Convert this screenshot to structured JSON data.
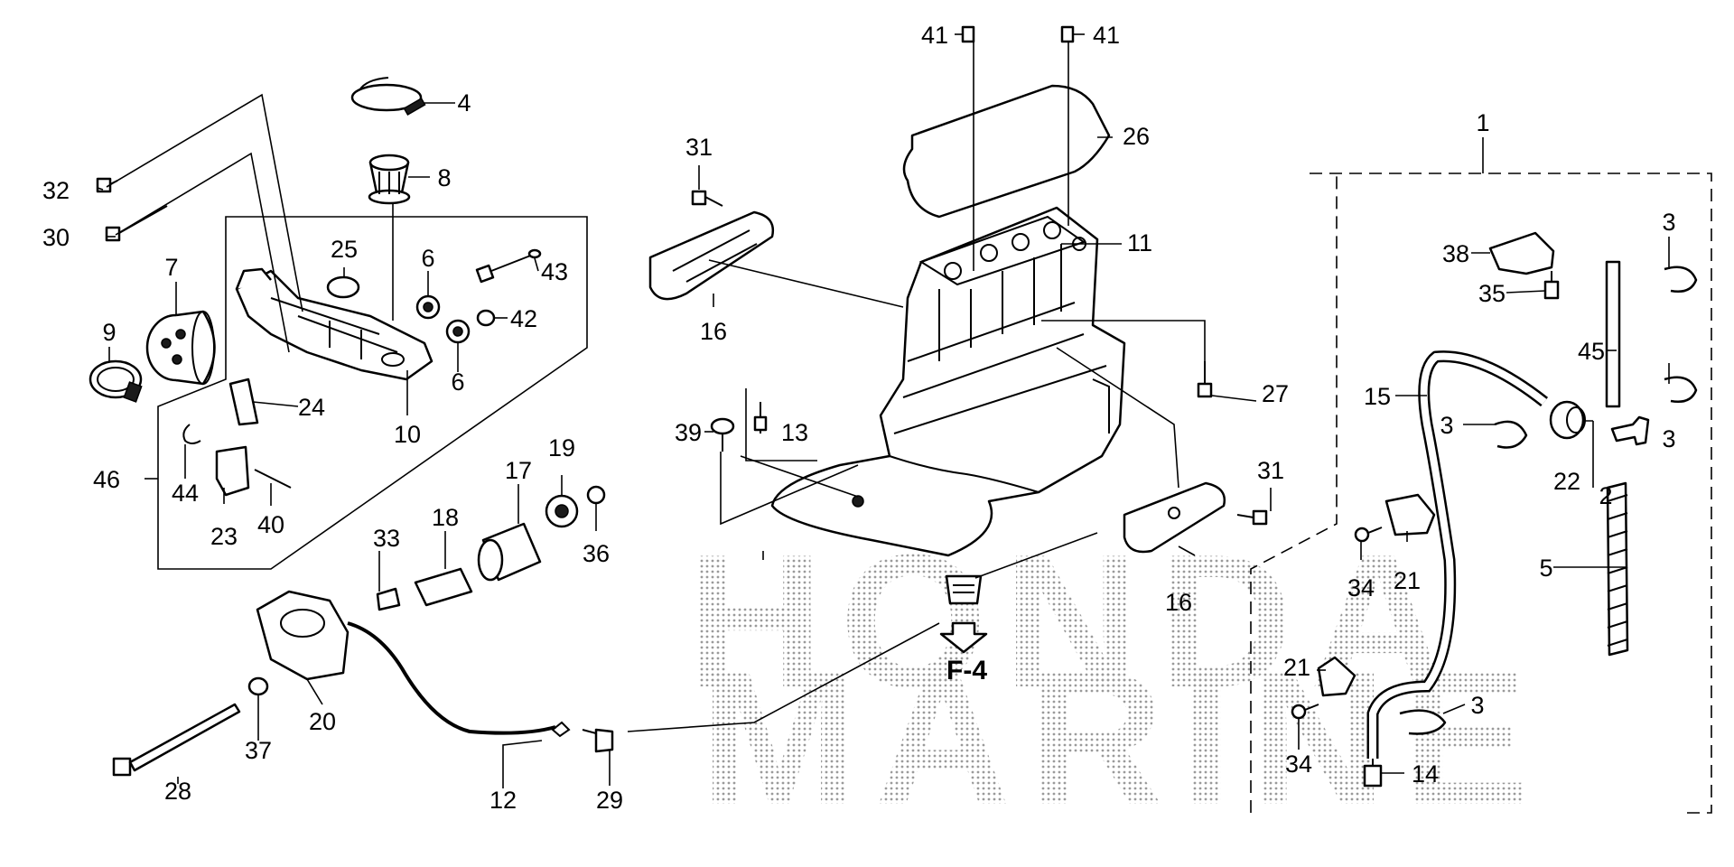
{
  "watermark": {
    "line1": "HONDA",
    "line2": "MARINE"
  },
  "figure_reference": "F-4",
  "callouts": {
    "c1": "1",
    "c2": "2",
    "c3a": "3",
    "c3b": "3",
    "c3c": "3",
    "c3d": "3",
    "c4": "4",
    "c5": "5",
    "c6a": "6",
    "c6b": "6",
    "c7": "7",
    "c8": "8",
    "c9": "9",
    "c10": "10",
    "c11": "11",
    "c12": "12",
    "c13": "13",
    "c14": "14",
    "c15": "15",
    "c16a": "16",
    "c16b": "16",
    "c17": "17",
    "c18": "18",
    "c19": "19",
    "c20": "20",
    "c21a": "21",
    "c21b": "21",
    "c22": "22",
    "c23": "23",
    "c24": "24",
    "c25": "25",
    "c26": "26",
    "c27": "27",
    "c28": "28",
    "c29": "29",
    "c30": "30",
    "c31a": "31",
    "c31b": "31",
    "c32": "32",
    "c33": "33",
    "c34a": "34",
    "c34b": "34",
    "c35": "35",
    "c36": "36",
    "c37": "37",
    "c38": "38",
    "c39": "39",
    "c40": "40",
    "c41a": "41",
    "c41b": "41",
    "c42": "42",
    "c43": "43",
    "c44": "44",
    "c45": "45",
    "c46": "46"
  }
}
